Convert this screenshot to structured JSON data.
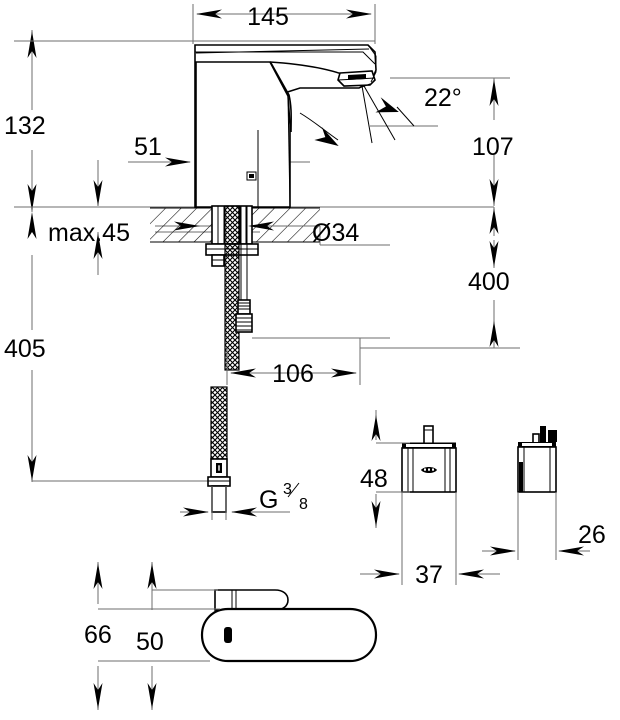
{
  "drawing": {
    "title": "Sensor basin mixer dimension drawing",
    "units": "mm",
    "line_color": "#000000",
    "dimension_line_color": "#6d6d6d",
    "background": "#ffffff"
  },
  "dimensions": {
    "spout_reach": "145",
    "total_height": "132",
    "body_width": "51",
    "sensor_angle": "22°",
    "spout_height": "107",
    "max_deck_thickness": "max.45",
    "hole_diameter": "Ø34",
    "hose_length": "400",
    "overall_length": "405",
    "hose_offset": "106",
    "thread_label_main": "G",
    "thread_label_num": "3",
    "thread_label_den": "8",
    "box_height": "48",
    "box_width": "37",
    "box_depth": "26",
    "plan_width": "66",
    "plan_inner_width": "50"
  },
  "views": {
    "main_elevation": "faucet-side-elevation",
    "control_box_front": "control-box-front-view",
    "control_box_side": "control-box-side-view",
    "plan_view": "faucet-top-plan-view"
  },
  "labels": {
    "brand_mark": "grohe-logo"
  }
}
